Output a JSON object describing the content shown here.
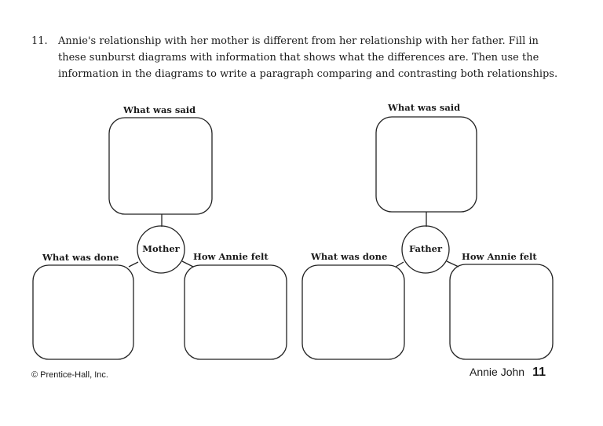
{
  "question": {
    "number": "11.",
    "text": "Annie's relationship with her mother is different from her relationship with her father. Fill in these sunburst diagrams with information that shows what the differences are. Then use the information in the diagrams to write a paragraph comparing and contrasting both relationships."
  },
  "diagrams": [
    {
      "center": "Mother",
      "top_label": "What was said",
      "left_label": "What was done",
      "right_label": "How Annie felt"
    },
    {
      "center": "Father",
      "top_label": "What was said",
      "left_label": "What was done",
      "right_label": "How Annie felt"
    }
  ],
  "footer": {
    "copyright": "© Prentice-Hall, Inc.",
    "book_title": "Annie John",
    "page_number": "11"
  }
}
